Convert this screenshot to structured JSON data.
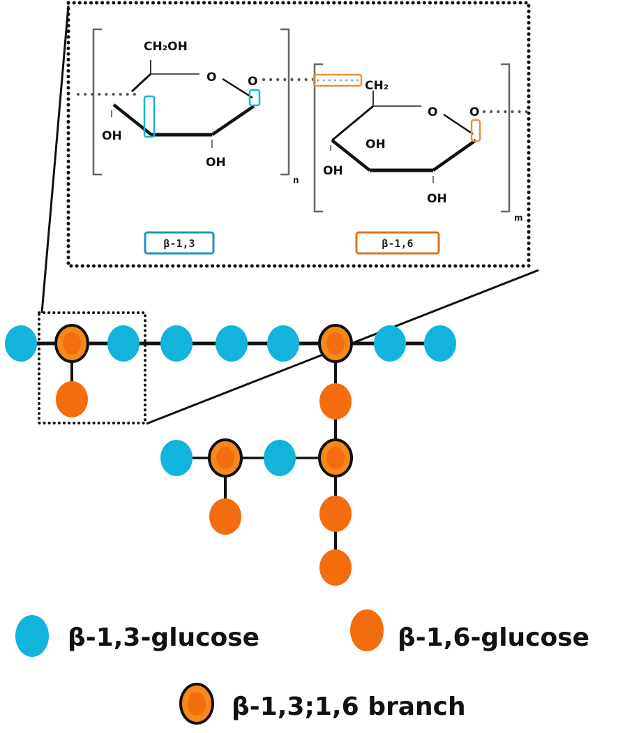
{
  "colors": {
    "beta13": "#12b4dc",
    "beta16": "#f36d0e",
    "branch_fill": "#f7891c",
    "branch_inner": "#f36d0e",
    "branch_stroke": "#111111",
    "link_box_13": "#1a95c4",
    "link_box_16": "#d9741c"
  },
  "inset": {
    "unit1": {
      "substituent_top": "CH₂OH",
      "ring_oxygen": "O",
      "glycosidic_oxygen": "O",
      "oh_left": "OH",
      "oh_bottom": "OH",
      "repeat_subscript": "n"
    },
    "unit2": {
      "substituent_top": "CH₂",
      "ring_oxygen": "O",
      "glycosidic_oxygen": "O",
      "oh_left": "OH",
      "oh_inner": "OH",
      "oh_bottom": "OH",
      "repeat_subscript": "m"
    },
    "link_labels": [
      "β-1,3",
      "β-1,6"
    ]
  },
  "structure": {
    "main_chain": [
      "beta13",
      "branch",
      "beta13",
      "beta13",
      "beta13",
      "beta13",
      "branch",
      "beta13",
      "beta13"
    ],
    "side_chain_a": [
      "beta16"
    ],
    "side_chain_b": [
      "beta16",
      "branch",
      "beta16",
      "beta16"
    ],
    "side_chain_c": [
      "beta13",
      "branch",
      "beta13"
    ],
    "side_chain_c_pendant": [
      "beta16"
    ]
  },
  "legend": {
    "items": [
      {
        "key": "beta13",
        "label": "β-1,3-glucose"
      },
      {
        "key": "beta16",
        "label": "β-1,6-glucose"
      },
      {
        "key": "branch",
        "label": "β-1,3;1,6 branch"
      }
    ]
  }
}
